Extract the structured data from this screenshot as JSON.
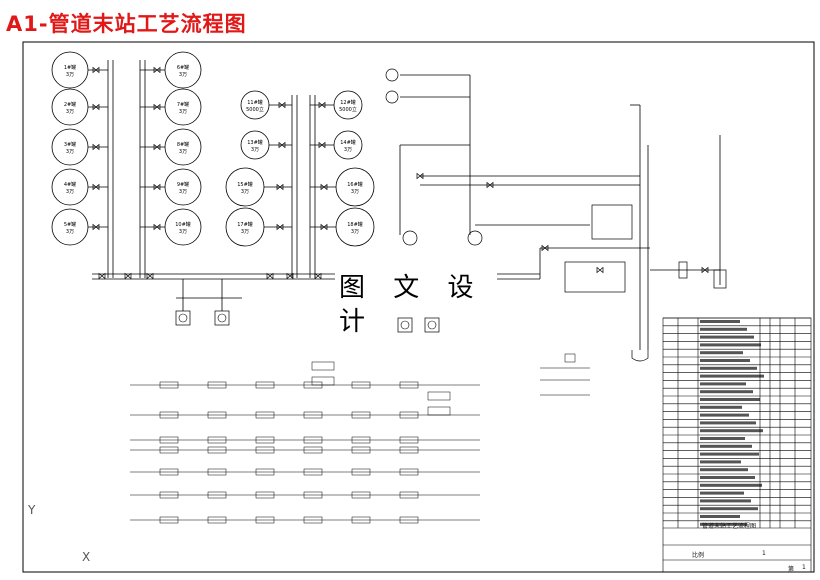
{
  "drawing": {
    "title": "A1-管道末站工艺流程图",
    "overlay_text": "图 文 设 计",
    "axis_y": "Y",
    "axis_x": "X"
  },
  "tanks_left": [
    {
      "id": "1#罐",
      "sub": "3万"
    },
    {
      "id": "2#罐",
      "sub": "3万"
    },
    {
      "id": "3#罐",
      "sub": "3万"
    },
    {
      "id": "4#罐",
      "sub": "3万"
    },
    {
      "id": "5#罐",
      "sub": "3万"
    }
  ],
  "tanks_mid": [
    {
      "id": "6#罐",
      "sub": "3万"
    },
    {
      "id": "7#罐",
      "sub": "3万"
    },
    {
      "id": "8#罐",
      "sub": "3万"
    },
    {
      "id": "9#罐",
      "sub": "3万"
    },
    {
      "id": "10#罐",
      "sub": "3万"
    }
  ],
  "tanks_small": [
    {
      "id": "11#罐",
      "sub": "5000立"
    },
    {
      "id": "12#罐",
      "sub": "5000立"
    },
    {
      "id": "13#罐",
      "sub": "3万"
    },
    {
      "id": "14#罐",
      "sub": "3万"
    }
  ],
  "tanks_large": [
    {
      "id": "15#罐",
      "sub": "3万"
    },
    {
      "id": "16#罐",
      "sub": "3万"
    },
    {
      "id": "17#罐",
      "sub": "3万"
    },
    {
      "id": "18#罐",
      "sub": "3万"
    }
  ],
  "title_block": {
    "name": "管道末站工艺流程图",
    "scale_label": "比例",
    "scale_value": "1",
    "sheet_label": "第",
    "sheet_value": "1"
  },
  "colors": {
    "title": "#e01818",
    "lines": "#000000",
    "background": "#ffffff"
  }
}
